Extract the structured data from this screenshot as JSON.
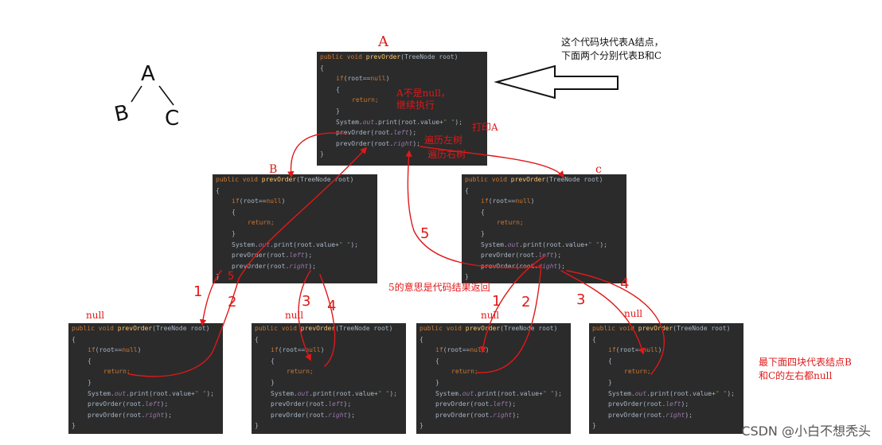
{
  "code": {
    "signature_pre": "public void ",
    "method": "prevOrder",
    "param": "(TreeNode root)",
    "open_brace": "{",
    "if_kw": "if",
    "if_cond": "(root==",
    "null_kw": "null",
    "if_close": ")",
    "inner_open": "{",
    "return_kw": "return",
    "return_semi": ";",
    "inner_close": "}",
    "print_pre": "System.",
    "print_out": "out",
    "print_mid": ".print(root.value+",
    "print_str": "\" \"",
    "print_end": ");",
    "call": "prevOrder",
    "left_arg_pre": "(root.",
    "left_field": "left",
    "call_end": ");",
    "right_field": "right",
    "close_brace": "}"
  },
  "tree": {
    "root": "A",
    "left": "B",
    "right": "C"
  },
  "labels": {
    "a": "A",
    "b": "B",
    "c": "c",
    "null_1": "null",
    "null_2": "null",
    "null_3": "null",
    "null_4": "null"
  },
  "notes": {
    "top_right_1": "这个代码块代表A结点，",
    "top_right_2": "下面两个分别代表B和C",
    "a_not_null_1": "A不是null，",
    "a_not_null_2": "继续执行",
    "print_a": "打印A",
    "traverse_left": "遍历左树",
    "traverse_right": "遍历右树",
    "five_meaning": "5的意思是代码结果返回",
    "bottom_1": "最下面四块代表结点B",
    "bottom_2": "和C的左右都null"
  },
  "steps": {
    "b1": "1",
    "b2": "2",
    "b3": "3",
    "b4": "4",
    "b5": "5",
    "c1": "1",
    "c2": "2",
    "c3": "3",
    "c4": "4",
    "five_big": "5"
  },
  "watermark": "CSDN @小白不想秃头",
  "colors": {
    "annotation": "#e01818",
    "code_bg": "#2b2b2b"
  }
}
